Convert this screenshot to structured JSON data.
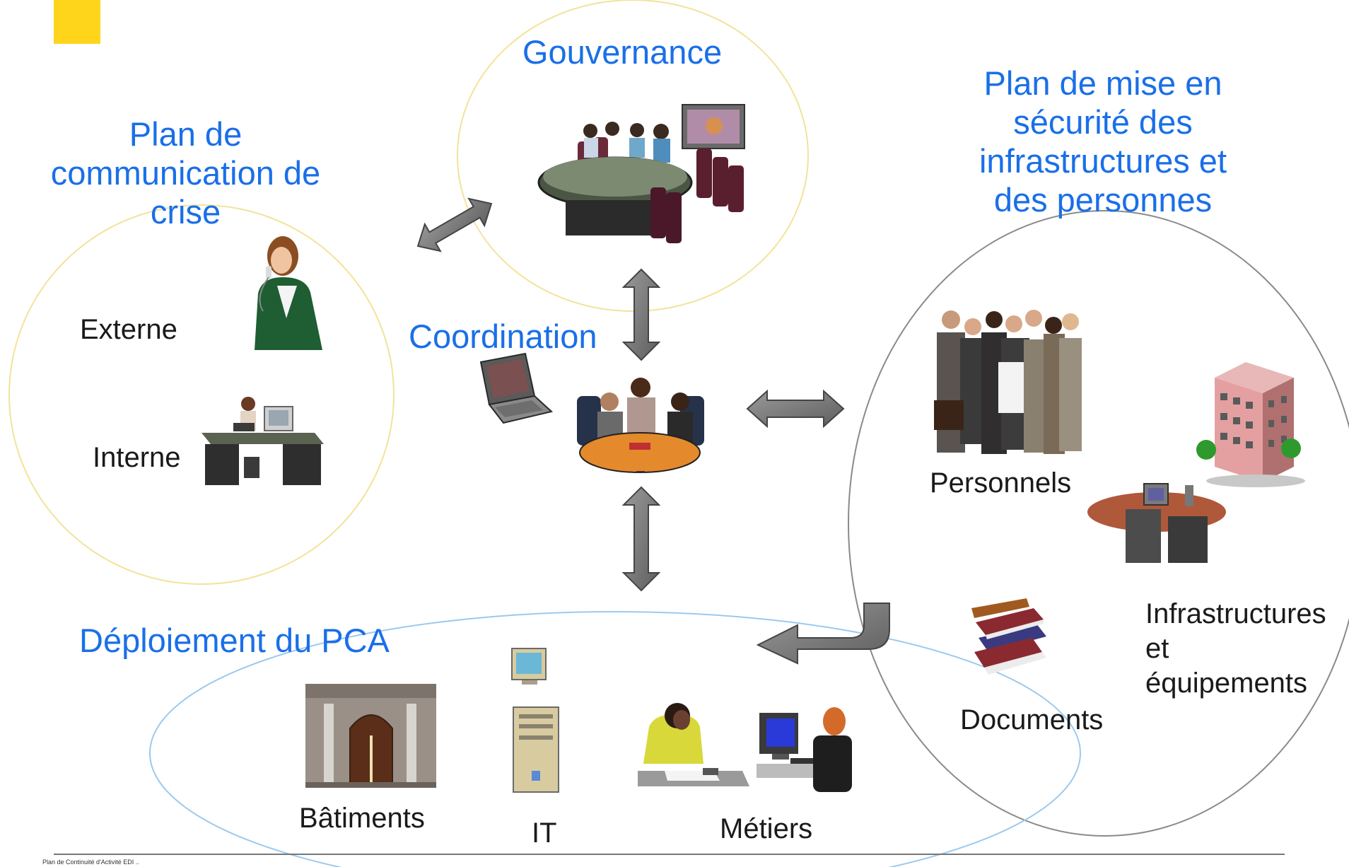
{
  "colors": {
    "accent_square": "#ffd51c",
    "heading": "#1a6fe8",
    "arrow_fill": "#7a7a7a"
  },
  "governance": {
    "title": "Gouvernance"
  },
  "communication": {
    "title_lines": [
      "Plan de",
      "communication de",
      "crise"
    ],
    "externe": "Externe",
    "interne": "Interne"
  },
  "coordination": {
    "title": "Coordination"
  },
  "security": {
    "title_lines": [
      "Plan de mise en",
      "sécurité des",
      "infrastructures et",
      "des personnes"
    ],
    "personnels": "Personnels",
    "documents": "Documents",
    "infra_lines": [
      "Infrastructures",
      "et",
      "équipements"
    ]
  },
  "deployment": {
    "title": "Déploiement du PCA",
    "batiments": "Bâtiments",
    "it": "IT",
    "metiers": "Métiers"
  },
  "footer": {
    "text": "Plan de Continuité d'Activité EDI .."
  },
  "icons": [
    "meeting-table-icon",
    "telephone-woman-icon",
    "office-desk-icon",
    "laptop-icon",
    "coordination-meeting-icon",
    "business-group-icon",
    "office-building-icon",
    "workstation-desk-icon",
    "books-icon",
    "building-facade-icon",
    "computer-tower-icon",
    "phone-operator-icon",
    "computer-worker-icon"
  ]
}
